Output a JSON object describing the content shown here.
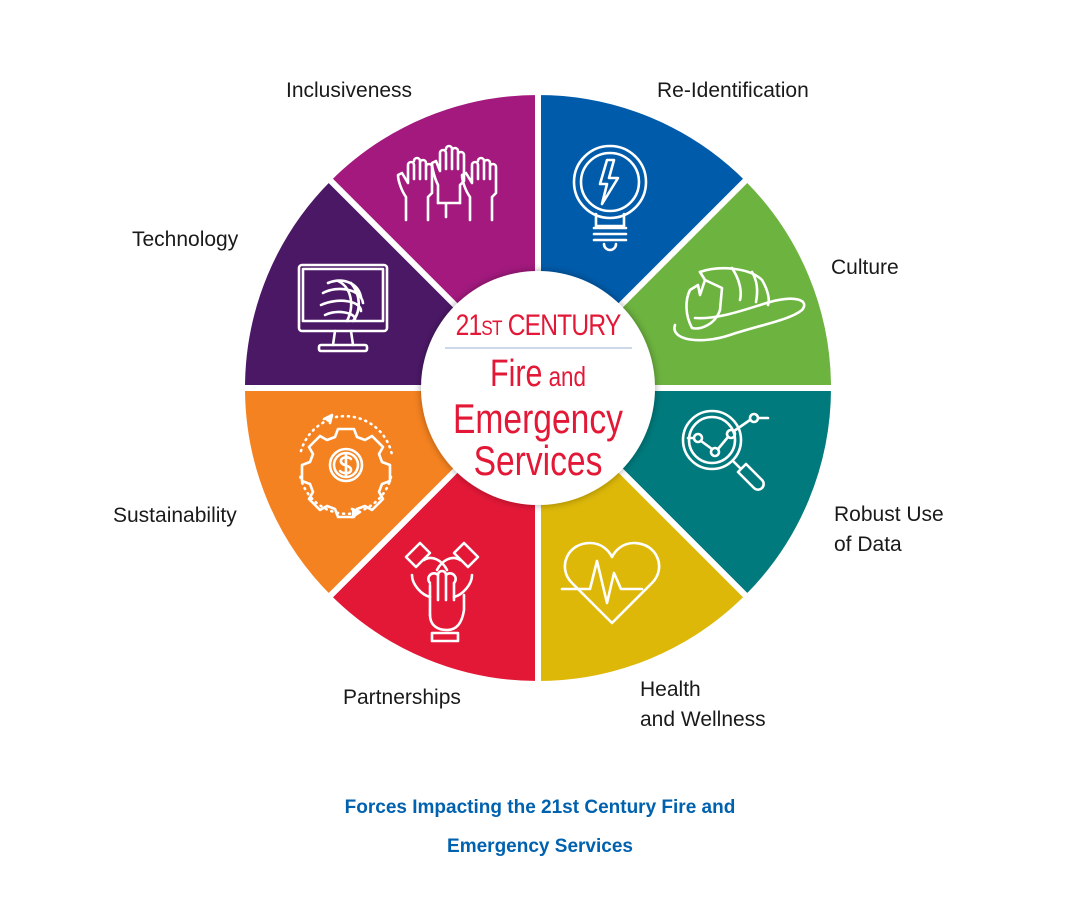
{
  "diagram": {
    "center": {
      "line1_main": "21",
      "line1_small": "ST",
      "line1_rest": " CENTURY",
      "line2_big": "Fire",
      "line2_small": " and",
      "line3": "Emergency",
      "line4": "Services",
      "text_color": "#E31837",
      "divider_color": "#B8CCE4"
    },
    "segments": [
      {
        "label": "Re-Identification",
        "color": "#005BAA",
        "icon": "lightbulb-lightning-icon"
      },
      {
        "label": "Culture",
        "color": "#6DB33F",
        "icon": "firefighter-helmet-icon"
      },
      {
        "label": "Robust Use of Data",
        "label_line1": "Robust Use",
        "label_line2": "of Data",
        "color": "#007A7C",
        "icon": "magnifier-chart-icon"
      },
      {
        "label": "Health and Wellness",
        "label_line1": "Health",
        "label_line2": "and Wellness",
        "color": "#DDB809",
        "icon": "heart-pulse-icon"
      },
      {
        "label": "Partnerships",
        "color": "#E31837",
        "icon": "stacked-hands-icon"
      },
      {
        "label": "Sustainability",
        "color": "#F58220",
        "icon": "gear-dollar-cycle-icon"
      },
      {
        "label": "Technology",
        "color": "#4B1866",
        "icon": "monitor-globe-icon"
      },
      {
        "label": "Inclusiveness",
        "color": "#A3197E",
        "icon": "raised-hands-icon"
      }
    ]
  },
  "caption": {
    "line1": "Forces Impacting the 21st Century Fire and",
    "line2": "Emergency Services",
    "color": "#0061AF"
  }
}
